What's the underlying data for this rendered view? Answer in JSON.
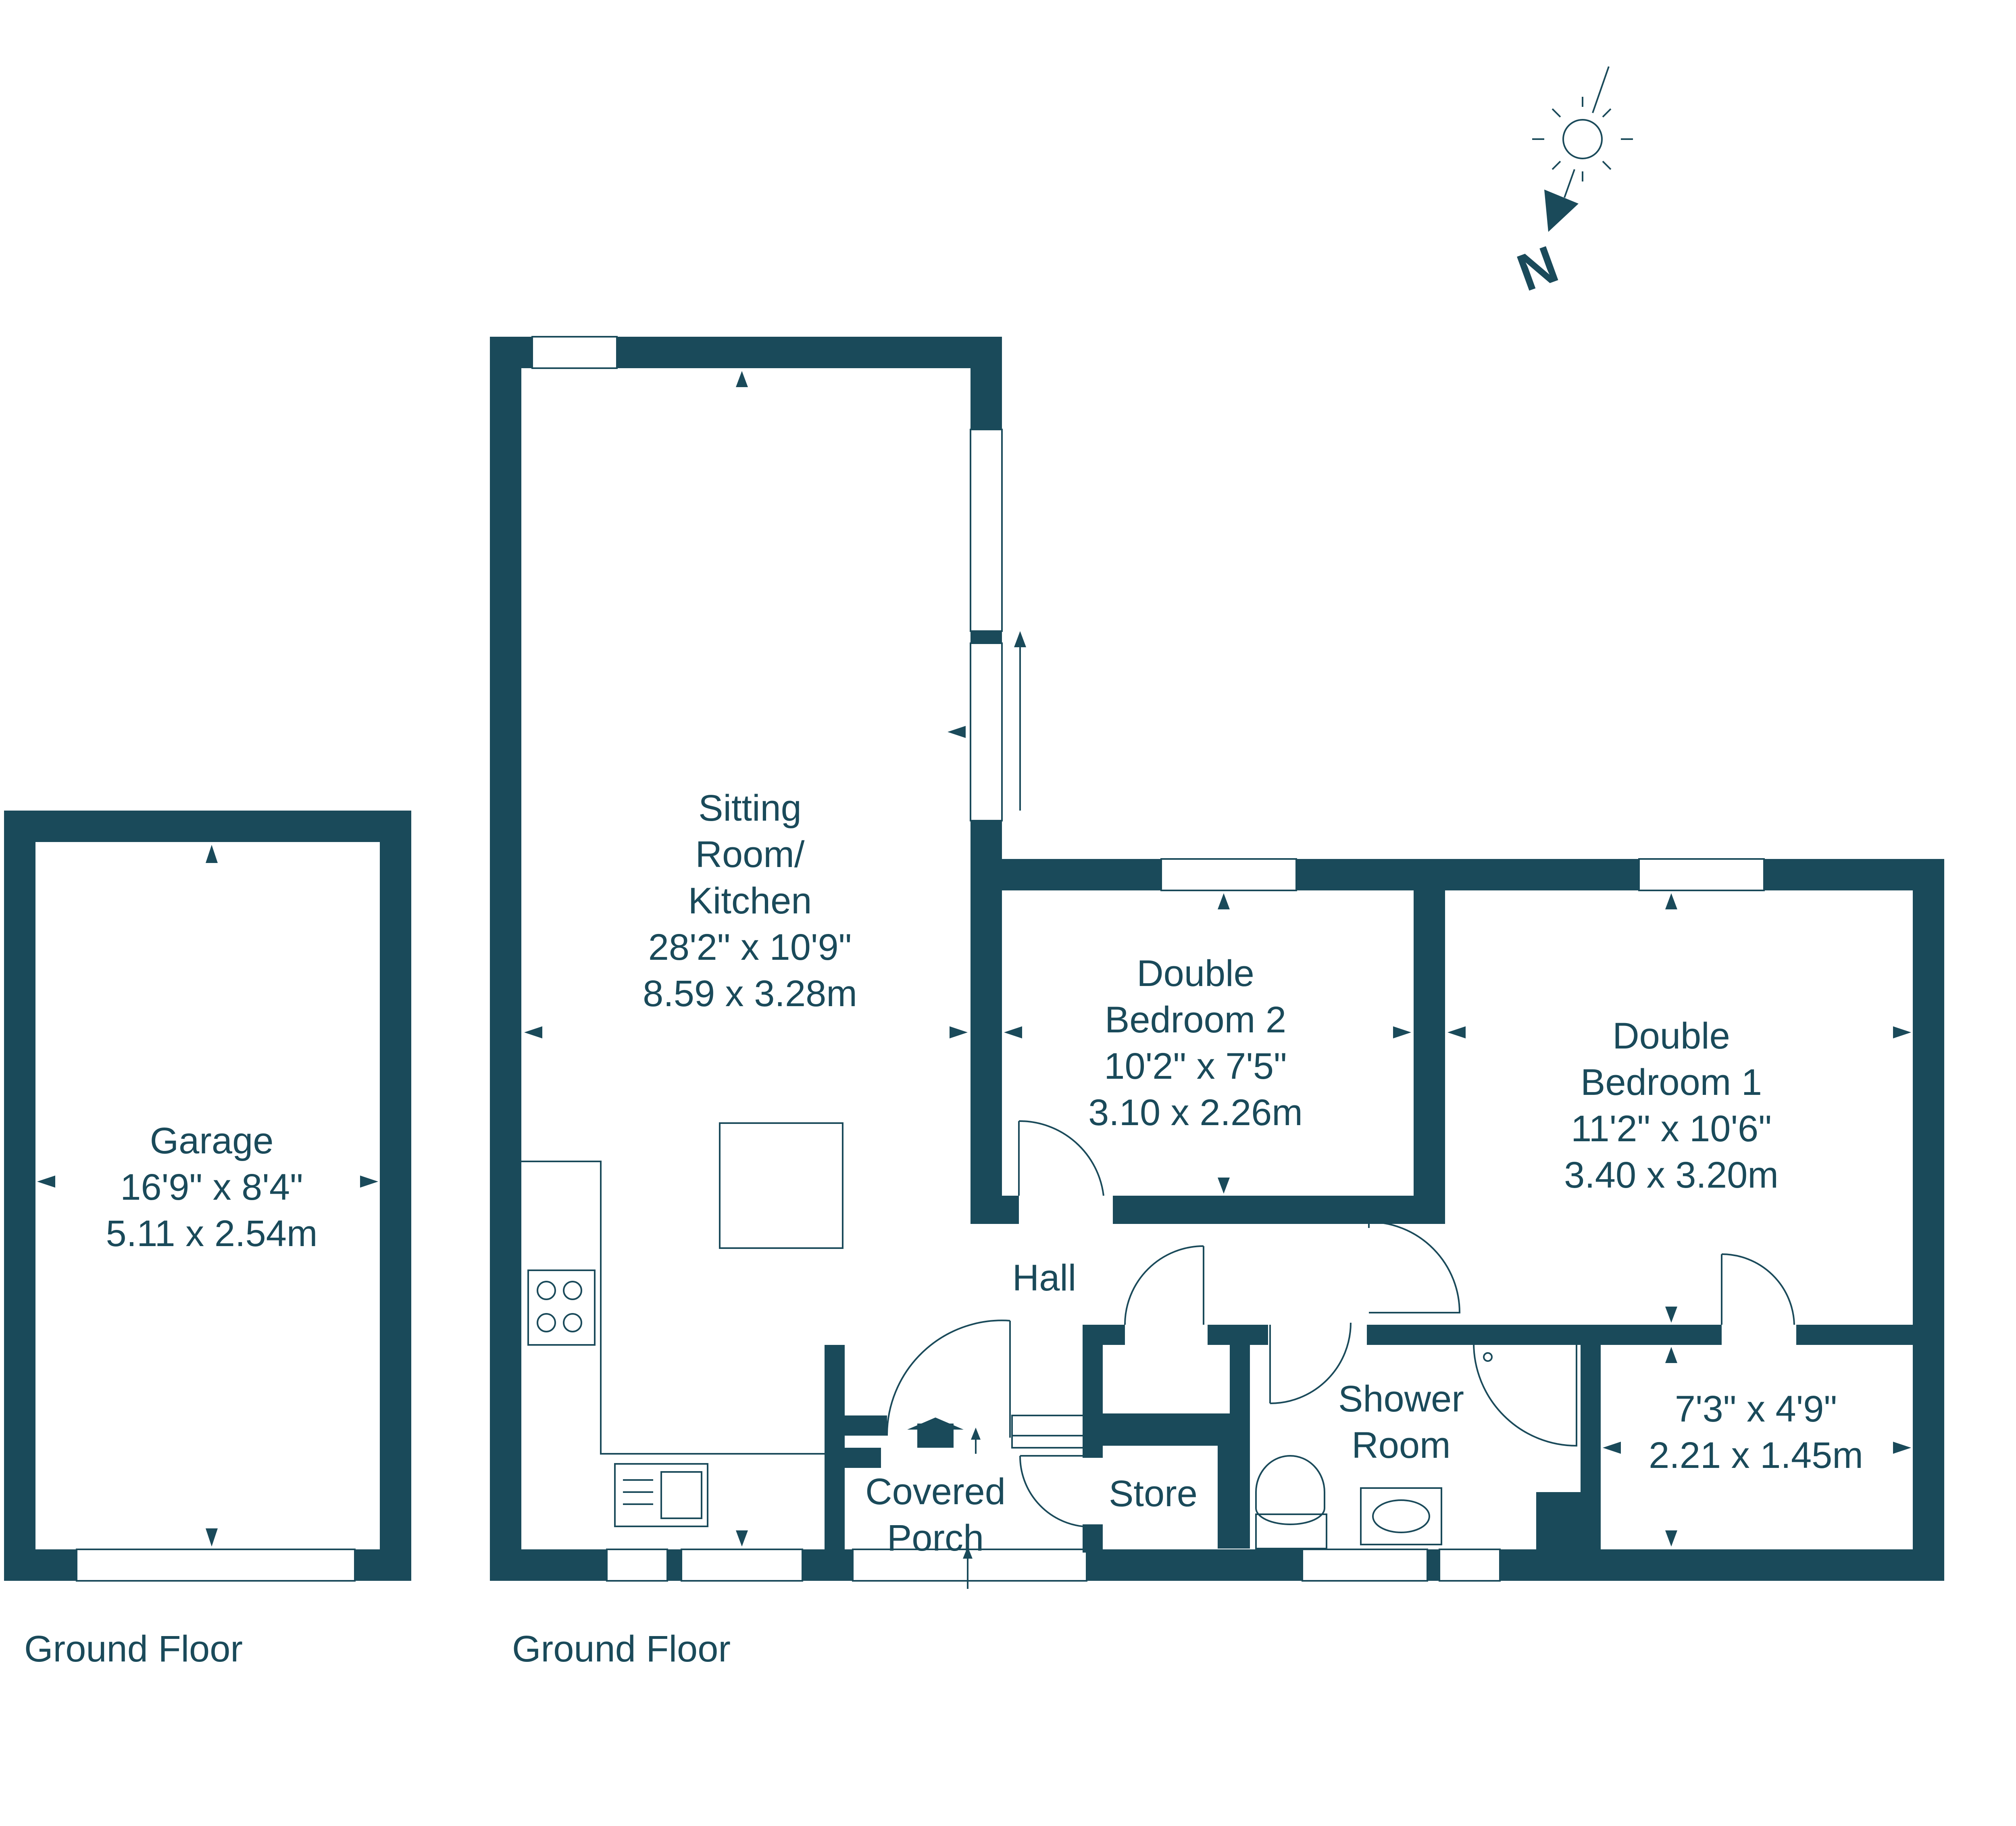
{
  "rooms": {
    "garage": {
      "name": "Garage",
      "size_imperial": "16'9\" x 8'4\"",
      "size_metric": "5.11 x 2.54m"
    },
    "sitting": {
      "name_line1": "Sitting",
      "name_line2": "Room/",
      "name_line3": "Kitchen",
      "size_imperial": "28'2\" x 10'9\"",
      "size_metric": "8.59 x 3.28m"
    },
    "bedroom2": {
      "name_line1": "Double",
      "name_line2": "Bedroom 2",
      "size_imperial": "10'2\" x 7'5\"",
      "size_metric": "3.10 x 2.26m"
    },
    "bedroom1": {
      "name_line1": "Double",
      "name_line2": "Bedroom 1",
      "size_imperial": "11'2\" x 10'6\"",
      "size_metric": "3.40 x 3.20m"
    },
    "hall": {
      "name": "Hall"
    },
    "shower": {
      "name_line1": "Shower",
      "name_line2": "Room"
    },
    "store": {
      "name": "Store"
    },
    "porch": {
      "name_line1": "Covered",
      "name_line2": "Porch"
    },
    "small_room": {
      "size_imperial": "7'3\" x 4'9\"",
      "size_metric": "2.21 x 1.45m"
    }
  },
  "floor_labels": {
    "left": "Ground Floor",
    "right": "Ground Floor"
  },
  "compass": {
    "label": "N"
  },
  "colors": {
    "wall": "#1a4a5a",
    "background": "#ffffff"
  }
}
